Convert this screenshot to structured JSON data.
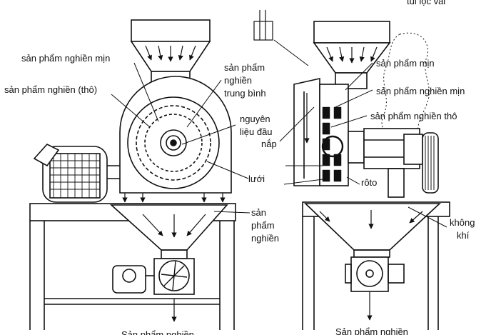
{
  "diagram": {
    "labels": {
      "fine_left": "sản phẩm nghiền mịn",
      "coarse_left": "sản phẩm nghiền (thô)",
      "medium_1": "sản phẩm",
      "medium_2": "nghiền",
      "medium_3": "trung bình",
      "raw_1": "nguyên",
      "raw_2": "liệu đầu",
      "screen": "lưới",
      "product_1": "sản",
      "product_2": "phẩm",
      "product_3": "nghiền",
      "fine_right": "sản phẩm mịn",
      "fine_right_2": "sản phẩm nghiền mịn",
      "coarse_right": "sản phẩm nghiền thô",
      "lid": "nắp",
      "rotor": "rôto",
      "air_1": "không",
      "air_2": "khí",
      "bottom_right": "Sản phẩm nghiền",
      "top_right_cut": "tui lọc vải",
      "bottom_left_cut": "Sản phẩm nghiền"
    }
  }
}
